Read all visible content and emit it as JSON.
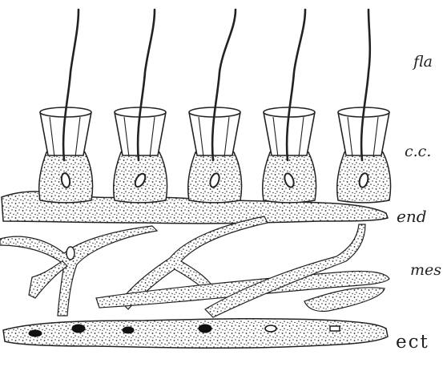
{
  "labels": {
    "flagella": "fla",
    "collar_cells": "c.c.",
    "endoderm": "end",
    "mesoglea": "mes",
    "ectoderm": "ect"
  },
  "collar_cell_count": 5,
  "colors": {
    "ink": "#222222",
    "background": "#ffffff"
  }
}
